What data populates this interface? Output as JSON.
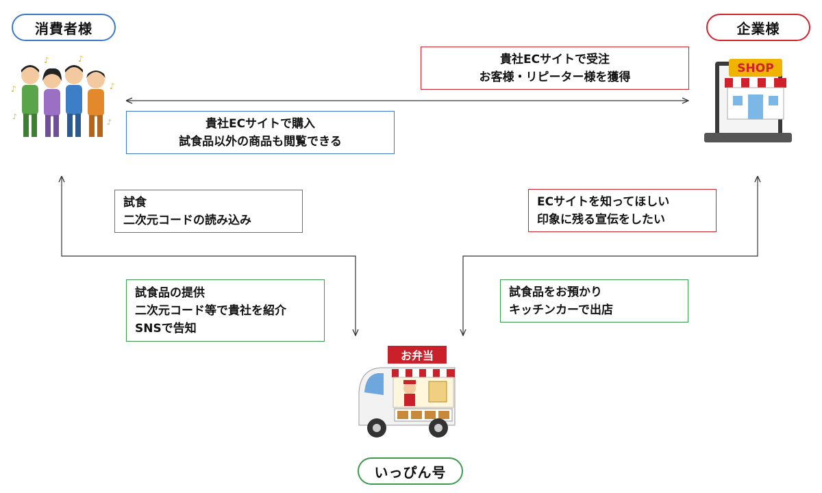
{
  "actors": {
    "consumer": "消費者様",
    "company": "企業様",
    "truck": "いっぴん号"
  },
  "boxes": {
    "company_to_consumer": [
      "貴社ECサイトで受注",
      "お客様・リピーター様を獲得"
    ],
    "consumer_to_company": [
      "貴社ECサイトで購入",
      "試食品以外の商品も閲覧できる"
    ],
    "consumer_from_truck": [
      "試食",
      "二次元コードの読み込み"
    ],
    "truck_to_consumer": [
      "試食品の提供",
      "二次元コード等で貴社を紹介",
      "SNSで告知"
    ],
    "company_needs": [
      "ECサイトを知ってほしい",
      "印象に残る宣伝をしたい"
    ],
    "truck_from_company": [
      "試食品をお預かり",
      "キッチンカーで出店"
    ]
  },
  "illustrations": {
    "shop_sign": "SHOP",
    "truck_sign": "お弁当"
  },
  "colors": {
    "consumer_border": "#3a78c4",
    "company_border": "#d0202a",
    "truck_border": "#3a9a4a",
    "line": "#333333"
  }
}
